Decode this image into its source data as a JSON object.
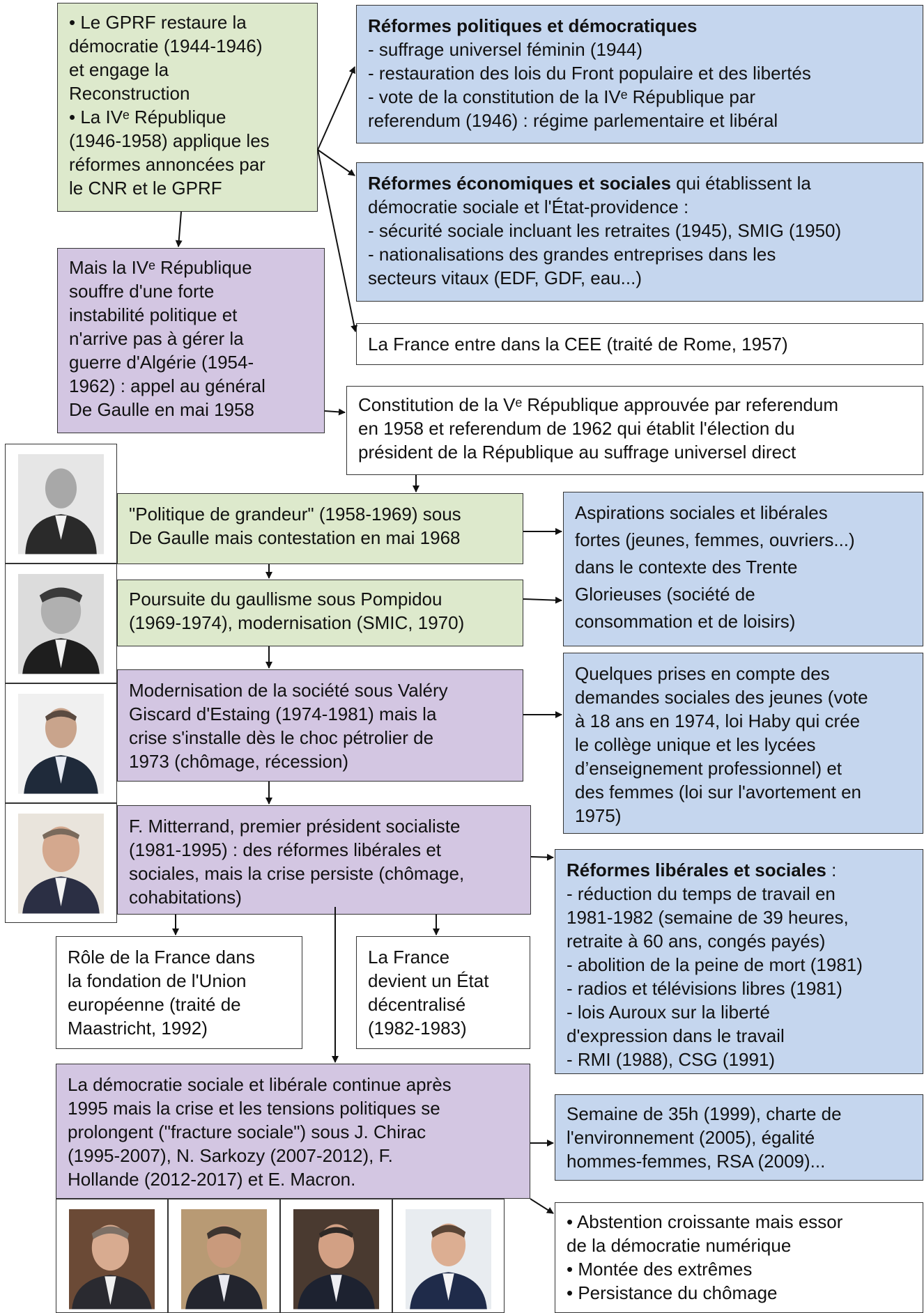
{
  "gprf": {
    "lines": [
      "• Le GPRF restaure la",
      "démocratie (1944-1946)",
      "et engage la",
      "Reconstruction",
      "• La  IVᵉ République",
      "(1946-1958) applique les",
      "réformes annoncées par",
      "le CNR et le GPRF"
    ]
  },
  "pol": {
    "title": "Réformes politiques et démocratiques",
    "lines": [
      "- suffrage universel féminin (1944)",
      "- restauration des lois du Front populaire et des libertés",
      "- vote de la constitution de la IVᵉ République par",
      "referendum (1946) : régime parlementaire et libéral"
    ]
  },
  "eco": {
    "title": "Réformes économiques et sociales",
    "title_rest": " qui établissent la",
    "lines": [
      "démocratie sociale et l'État-providence :",
      "- sécurité sociale incluant les retraites (1945), SMIG (1950)",
      "- nationalisations des grandes entreprises dans les",
      "secteurs vitaux (EDF, GDF, eau...)"
    ]
  },
  "cee": {
    "text": "La France entre dans la CEE (traité de Rome, 1957)"
  },
  "ivfail": {
    "lines": [
      "Mais la IVᵉ République",
      "souffre d'une forte",
      "instabilité politique et",
      "n'arrive pas à gérer la",
      "guerre d'Algérie (1954-",
      "1962) : appel au général",
      "De Gaulle en mai 1958"
    ]
  },
  "constv": {
    "lines": [
      "Constitution de la Vᵉ République approuvée par referendum",
      "en 1958 et referendum de 1962 qui établit l'élection du",
      "président de la République au suffrage universel direct"
    ]
  },
  "degaulle": {
    "lines": [
      "\"Politique de grandeur\" (1958-1969) sous",
      "De Gaulle mais contestation en mai 1968"
    ]
  },
  "pompidou": {
    "lines": [
      "Poursuite du gaullisme sous Pompidou",
      "(1969-1974), modernisation (SMIC, 1970)"
    ]
  },
  "aspirations": {
    "lines": [
      "Aspirations sociales et libérales",
      "fortes (jeunes, femmes, ouvriers...)",
      "dans le contexte des Trente",
      "Glorieuses (société de",
      "consommation et de loisirs)"
    ]
  },
  "giscard": {
    "lines": [
      "Modernisation de la société sous Valéry",
      "Giscard d'Estaing (1974-1981) mais la",
      "crise s'installe dès le choc pétrolier de",
      "1973 (chômage, récession)"
    ]
  },
  "jeunes": {
    "lines": [
      "Quelques prises en compte des",
      "demandes sociales des jeunes (vote",
      "à 18 ans en 1974, loi Haby qui crée",
      "le collège unique et les lycées",
      "d’enseignement professionnel) et",
      "des femmes (loi sur l'avortement en",
      "1975)"
    ]
  },
  "mitterrand": {
    "lines": [
      "F. Mitterrand, premier président socialiste",
      "(1981-1995) : des réformes libérales et",
      "sociales, mais la crise persiste (chômage,",
      "cohabitations)"
    ]
  },
  "liberales": {
    "title": "Réformes libérales et sociales",
    "title_rest": " :",
    "lines": [
      "- réduction du temps de travail en",
      "1981-1982 (semaine de 39 heures,",
      "retraite à 60 ans, congés payés)",
      "- abolition de la peine de mort (1981)",
      "- radios et télévisions libres (1981)",
      "- lois Auroux sur la liberté",
      "d'expression dans le travail",
      "- RMI (1988), CSG (1991)"
    ]
  },
  "ue": {
    "lines": [
      "Rôle de la France dans",
      "la fondation de l'Union",
      "européenne (traité de",
      "Maastricht, 1992)"
    ]
  },
  "decentral": {
    "lines": [
      "La France",
      "devient un État",
      "décentralisé",
      "(1982-1983)"
    ]
  },
  "apres1995": {
    "lines": [
      "La démocratie sociale et libérale continue après",
      "1995 mais la crise et les tensions politiques se",
      "prolongent (\"fracture sociale\") sous J. Chirac",
      "(1995-2007), N. Sarkozy (2007-2012), F.",
      "Hollande (2012-2017) et E. Macron."
    ]
  },
  "trente_cinq": {
    "lines": [
      "Semaine de 35h (1999), charte de",
      "l'environnement (2005), égalité",
      "hommes-femmes, RSA (2009)..."
    ]
  },
  "abstention": {
    "lines": [
      "• Abstention croissante mais essor",
      "de la démocratie numérique",
      "• Montée des extrêmes",
      "• Persistance du chômage"
    ]
  },
  "colors": {
    "green": "#dde9cc",
    "blue": "#c5d6ee",
    "purple": "#d3c6e2",
    "border": "#333333"
  },
  "portraits": [
    "de-gaulle-photo",
    "pompidou-photo",
    "giscard-photo",
    "mitterrand-photo",
    "chirac-photo",
    "sarkozy-photo",
    "hollande-photo",
    "macron-photo"
  ]
}
